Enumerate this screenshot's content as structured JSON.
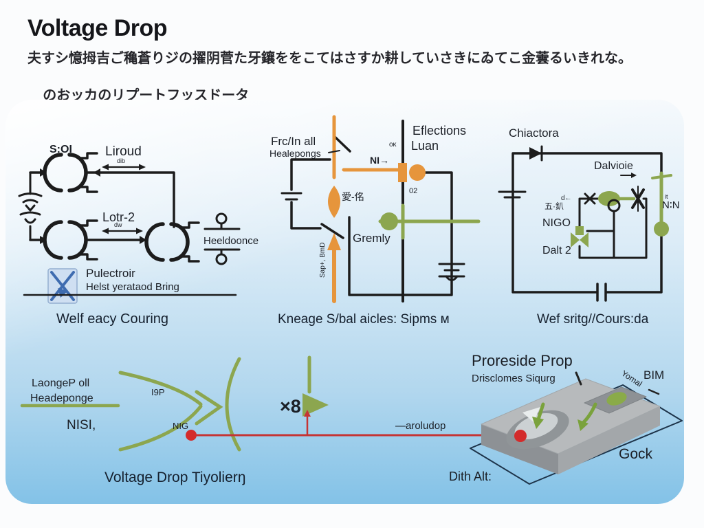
{
  "header": {
    "title": "Voltage Drop",
    "subtitle_line1": "夫すシ憶拇吉ご穐蒼りジの擢阴菅た牙鑲ををこてはさすか耕していさきにゐてこ金蕓るいきれな。",
    "subtitle_line2": "のおッカのリプートフッスドータ"
  },
  "left_circuit": {
    "label_top": "S:OI",
    "label_liroud": "Liroud",
    "label_liroud_small": "dib",
    "label_lotr": "Lotr-2",
    "label_lotr_small": "dw",
    "label_heeldoonce": "Heeldoonce",
    "label_pulectroir": "Pulectroir",
    "label_helst": "Helst yerataod Bring",
    "caption": "Welf eacy Couring"
  },
  "middle_circuit": {
    "label_frc": "Frc/In all",
    "label_healepongs": "Healepongs",
    "label_eflections": "Eflections",
    "label_luan": "Luan",
    "label_ok": "oĸ",
    "label_ni": "NI→",
    "label_kanji": "愛-佲",
    "label_02": "02",
    "label_gremly": "Gremly",
    "label_rotated": "Sap+, BmD",
    "caption": "Kneage S/bal aicles: Sipms м"
  },
  "right_circuit": {
    "label_title": "Chiactora",
    "label_dalvioie": "Dalvioie",
    "label_d_arrow": "d←",
    "label_kanji": "五·釟",
    "label_nigo": "NIGO",
    "label_it": "it",
    "label_nn": "N∶N",
    "label_dalt": "Dalt 2",
    "caption": "Wef sritg//Cours:da"
  },
  "flow": {
    "label_laongep": "LaongeP oll",
    "label_headeponge": "Headeponge",
    "label_i9p": "I9P",
    "label_nisi": "NISI,",
    "label_nig": "NIG",
    "label_x8": "×8",
    "caption": "Voltage Drop Tiyolierŋ"
  },
  "prop": {
    "label_title": "Proreside Prop",
    "label_sub": "Drisclomes Siqurg",
    "label_bim": "BIM",
    "label_yomal": "Yomal",
    "label_gock": "Gock",
    "label_dith": "Dith Alt:",
    "label_aroludop": "—aroludop"
  },
  "colors": {
    "orange": "#E6953C",
    "olive": "#8CA64F",
    "red": "#D42B2B",
    "navy": "#1D3349",
    "circuit_black": "#1C1C1C",
    "panel_top": "#F5F9FC",
    "panel_bottom": "#83C2E7"
  }
}
